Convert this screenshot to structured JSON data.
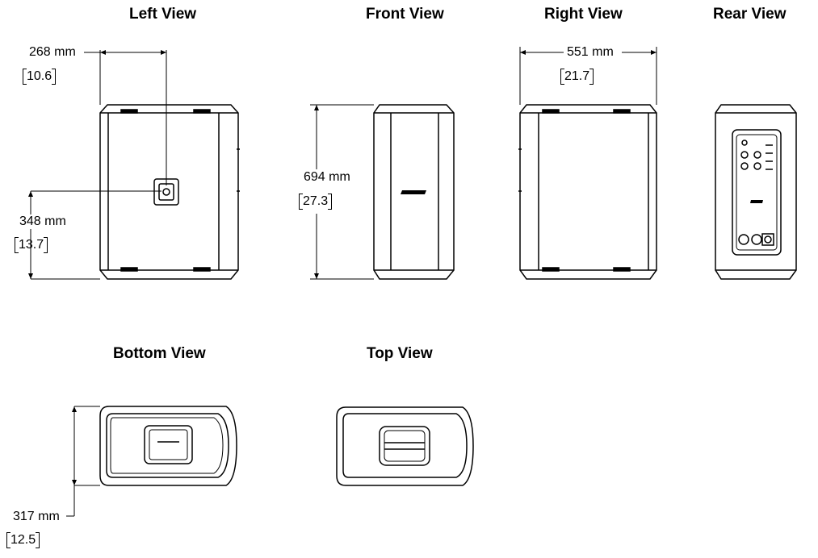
{
  "views": {
    "left": "Left View",
    "front": "Front View",
    "right": "Right View",
    "rear": "Rear View",
    "bottom": "Bottom View",
    "top": "Top View"
  },
  "dimensions": {
    "left_depth": {
      "mm": "268 mm",
      "in": "10.6"
    },
    "left_height_handle": {
      "mm": "348  mm",
      "in": "13.7"
    },
    "front_height": {
      "mm": "694  mm",
      "in": "27.3"
    },
    "right_width": {
      "mm": "551 mm",
      "in": "21.7"
    },
    "bottom_depth": {
      "mm": "317 mm",
      "in": "12.5"
    }
  }
}
